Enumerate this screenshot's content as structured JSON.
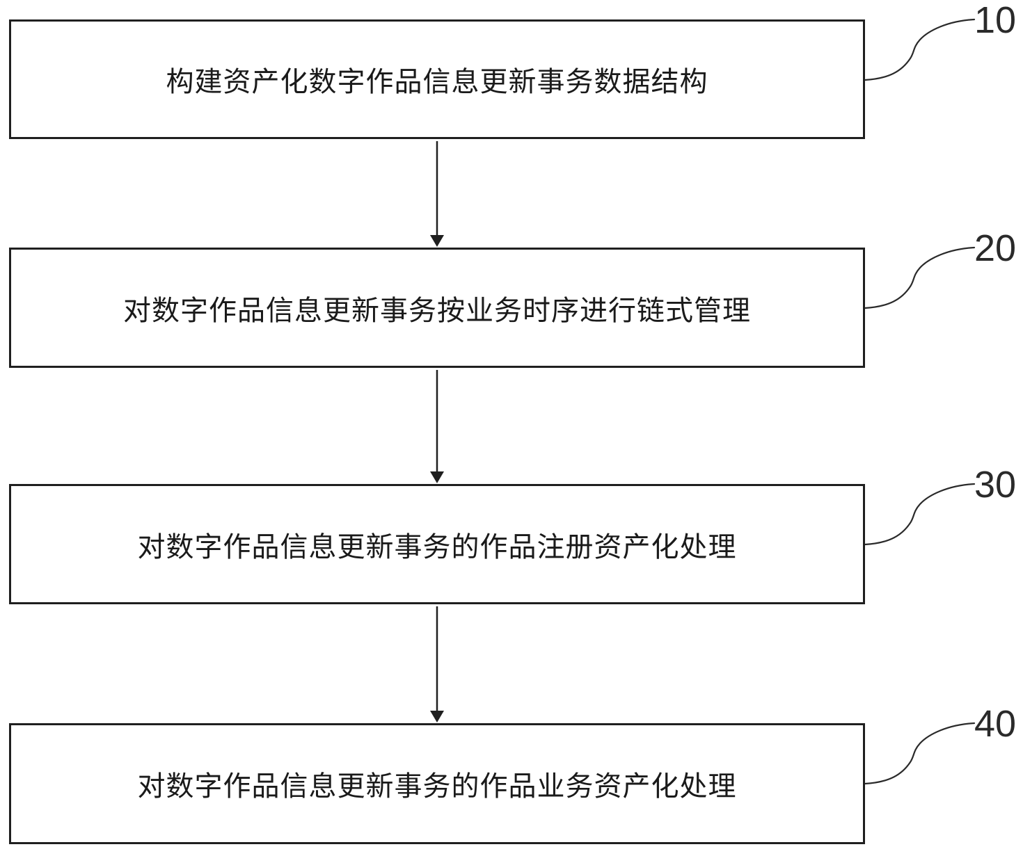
{
  "figure": {
    "colors": {
      "background": "#ffffff",
      "line": "#1f1f1f",
      "text": "#1a1a1a"
    },
    "steps": [
      {
        "ref": "10",
        "label": "构建资产化数字作品信息更新事务数据结构"
      },
      {
        "ref": "20",
        "label": "对数字作品信息更新事务按业务时序进行链式管理"
      },
      {
        "ref": "30",
        "label": "对数字作品信息更新事务的作品注册资产化处理"
      },
      {
        "ref": "40",
        "label": "对数字作品信息更新事务的作品业务资产化处理"
      }
    ]
  }
}
